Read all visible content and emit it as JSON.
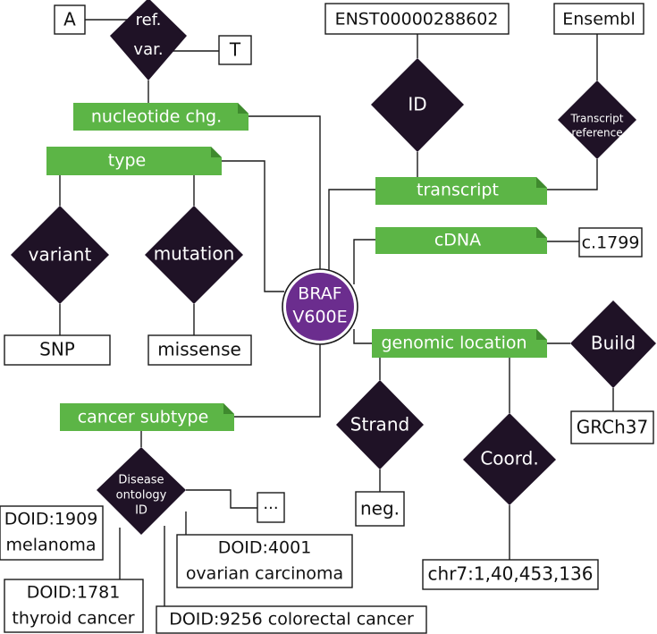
{
  "center": {
    "line1": "BRAF",
    "line2": "V600E",
    "color": "#6b2d8e"
  },
  "colors": {
    "tag": "#5cb546",
    "diamond": "#1f1226"
  },
  "tags": {
    "nucleotide_chg": "nucleotide chg.",
    "type": "type",
    "transcript": "transcript",
    "cdna": "cDNA",
    "genomic_location": "genomic location",
    "cancer_subtype": "cancer subtype"
  },
  "diamonds": {
    "ref_var_line1": "ref.",
    "ref_var_line2": "var.",
    "id": "ID",
    "transcript_ref_line1": "Transcript",
    "transcript_ref_line2": "reference",
    "variant": "variant",
    "mutation": "mutation",
    "build": "Build",
    "strand": "Strand",
    "coord": "Coord.",
    "disease_line1": "Disease",
    "disease_line2": "ontology",
    "disease_line3": "ID"
  },
  "boxes": {
    "ref": "A",
    "var": "T",
    "transcript_id": "ENST00000288602",
    "ensembl": "Ensembl",
    "cdna_value": "c.1799",
    "snp": "SNP",
    "missense": "missense",
    "grch": "GRCh37",
    "strand_value": "neg.",
    "coordinate": "chr7:1,40,453,136",
    "more": "...",
    "doid1909_id": "DOID:1909",
    "doid1909_name": "melanoma",
    "doid4001_id": "DOID:4001",
    "doid4001_name": "ovarian carcinoma",
    "doid1781_id": "DOID:1781",
    "doid1781_name": "thyroid cancer",
    "doid9256": "DOID:9256 colorectal cancer"
  }
}
